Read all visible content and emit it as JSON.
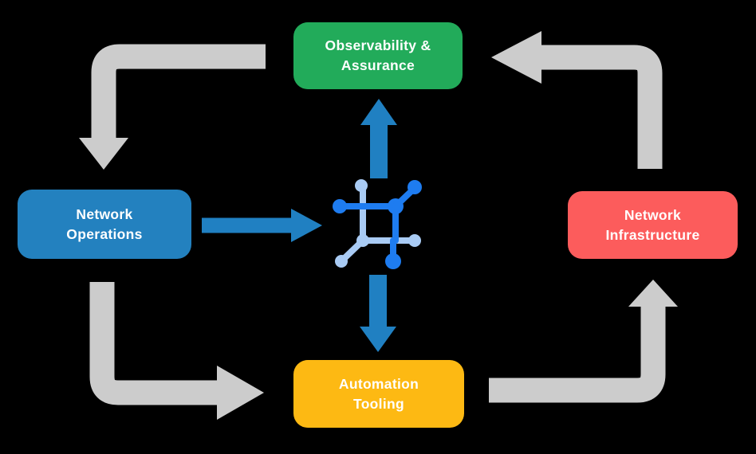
{
  "colors": {
    "background": "#000000",
    "cycle_arrows": "#CCCCCC",
    "flow_arrows": "#2080C2",
    "icon_dark": "#1E7CF0",
    "icon_light": "#A9CBF4",
    "node_text": "#FFFFFF"
  },
  "nodes": {
    "observability": {
      "line1": "Observability &",
      "line2": "Assurance",
      "color": "#22AB5A"
    },
    "operations": {
      "line1": "Network",
      "line2": "Operations",
      "color": "#2381BF"
    },
    "infrastructure": {
      "line1": "Network",
      "line2": "Infrastructure",
      "color": "#FC5C5C"
    },
    "automation": {
      "line1": "Automation",
      "line2": "Tooling",
      "color": "#FDB913"
    }
  },
  "center_icon": "network-mesh-icon",
  "edges": [
    {
      "from": "Observability & Assurance",
      "to": "Network Operations",
      "style": "gray-cycle"
    },
    {
      "from": "Network Operations",
      "to": "Automation Tooling",
      "style": "gray-cycle"
    },
    {
      "from": "Automation Tooling",
      "to": "Network Infrastructure",
      "style": "gray-cycle"
    },
    {
      "from": "Network Infrastructure",
      "to": "Observability & Assurance",
      "style": "gray-cycle"
    },
    {
      "from": "Network Operations",
      "to": "center-icon",
      "style": "blue-flow"
    },
    {
      "from": "center-icon",
      "to": "Observability & Assurance",
      "style": "blue-flow"
    },
    {
      "from": "center-icon",
      "to": "Automation Tooling",
      "style": "blue-flow"
    }
  ]
}
